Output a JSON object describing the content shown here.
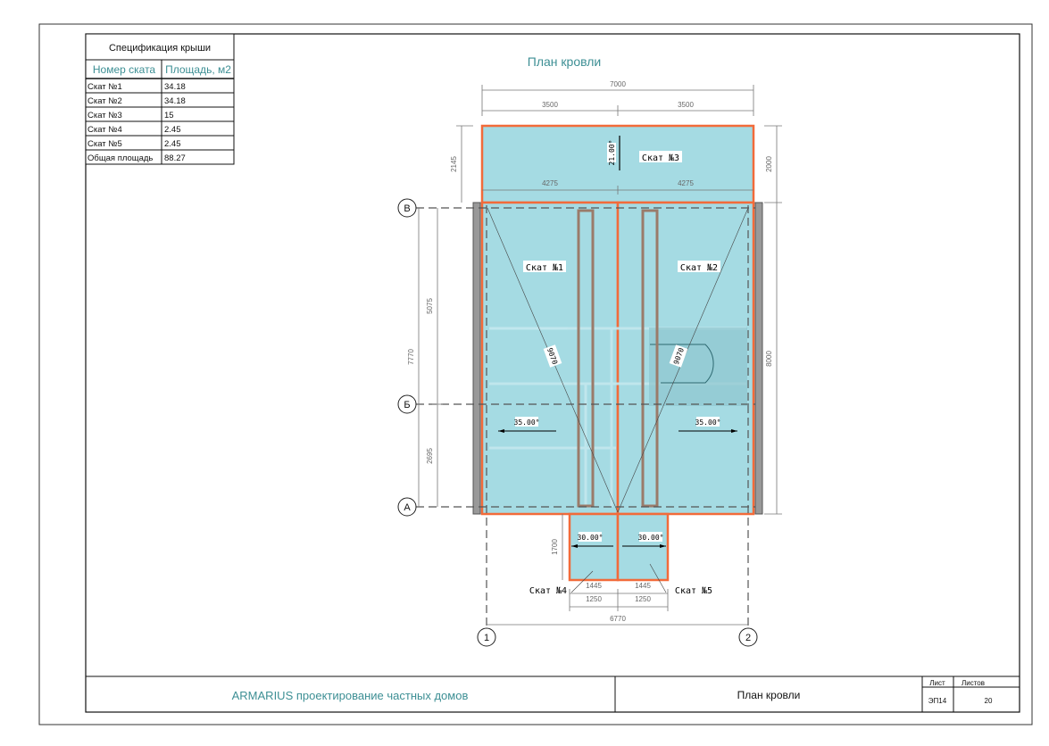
{
  "spec_table": {
    "title": "Спецификация крыши",
    "headers": [
      "Номер ската",
      "Площадь, м2"
    ],
    "rows": [
      [
        "Скат №1",
        "34.18"
      ],
      [
        "Скат №2",
        "34.18"
      ],
      [
        "Скат №3",
        "15"
      ],
      [
        "Скат №4",
        "2.45"
      ],
      [
        "Скат №5",
        "2.45"
      ],
      [
        "Общая площадь",
        "88.27"
      ]
    ]
  },
  "drawing": {
    "title": "План кровли",
    "slopes": {
      "s1": "Скат №1",
      "s2": "Скат №2",
      "s3": "Скат №3",
      "s4": "Скат №4",
      "s5": "Скат №5"
    },
    "angles": {
      "s3": "21.00°",
      "s1": "35.00°",
      "s2": "35.00°",
      "s4": "30.00°",
      "s5": "30.00°"
    },
    "diagonals": [
      "9070",
      "9070"
    ],
    "dims": {
      "top_total": "7000",
      "top_half_l": "3500",
      "top_half_r": "3500",
      "s3_l": "4275",
      "s3_r": "4275",
      "left_s3": "2145",
      "left_upper": "5075",
      "left_lower": "2695",
      "left_total": "7770",
      "right_s3": "2000",
      "right_main": "8000",
      "porch_h": "1700",
      "porch_l": "1445",
      "porch_r": "1445",
      "porch_l2": "1250",
      "porch_r2": "1250",
      "bottom_total": "6770"
    },
    "axes": {
      "v": "В",
      "b": "Б",
      "a": "А",
      "one": "1",
      "two": "2"
    }
  },
  "title_block": {
    "company": "ARMARIUS проектирование частных домов",
    "sheet_name": "План кровли",
    "sheet_label": "Лист",
    "sheets_label": "Листов",
    "sheet_value": "ЭП14",
    "sheets_value": "20"
  },
  "colors": {
    "roof": "#a5dbe3",
    "ridge": "#f26b3a",
    "accent": "#3d8f94"
  }
}
